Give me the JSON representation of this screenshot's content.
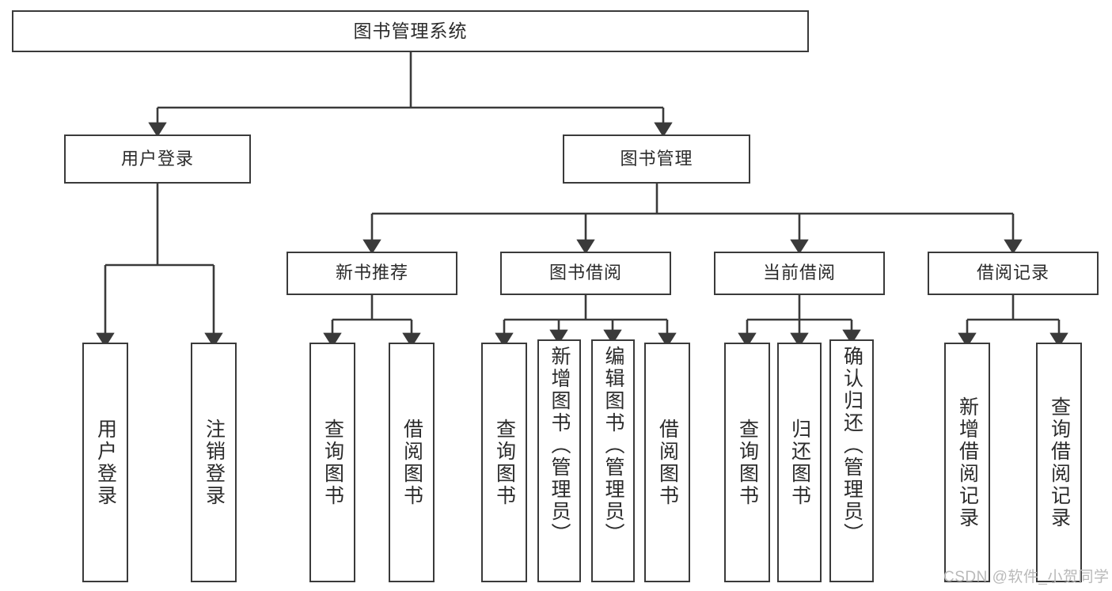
{
  "diagram": {
    "title": "图书管理系统",
    "watermark": "CSDN @软件_小贺同学",
    "colors": {
      "stroke": "#3a3a3a",
      "text": "#2b2b2b",
      "background": "#ffffff",
      "watermark": "#b9b9b9"
    },
    "levels": {
      "root": {
        "label": "图书管理系统"
      },
      "level2": [
        {
          "label": "用户登录"
        },
        {
          "label": "图书管理"
        }
      ],
      "level3": [
        {
          "label": "新书推荐"
        },
        {
          "label": "图书借阅"
        },
        {
          "label": "当前借阅"
        },
        {
          "label": "借阅记录"
        }
      ],
      "leaves": {
        "user_login": [
          {
            "label": "用户登录"
          },
          {
            "label": "注销登录"
          }
        ],
        "new_book": [
          {
            "label": "查询图书"
          },
          {
            "label": "借阅图书"
          }
        ],
        "book_borrow": [
          {
            "label": "查询图书"
          },
          {
            "label": "新增图书（管理员）"
          },
          {
            "label": "编辑图书（管理员）"
          },
          {
            "label": "借阅图书"
          }
        ],
        "current_borrow": [
          {
            "label": "查询图书"
          },
          {
            "label": "归还图书"
          },
          {
            "label": "确认归还（管理员）"
          }
        ],
        "borrow_record": [
          {
            "label": "新增借阅记录"
          },
          {
            "label": "查询借阅记录"
          }
        ]
      }
    }
  }
}
